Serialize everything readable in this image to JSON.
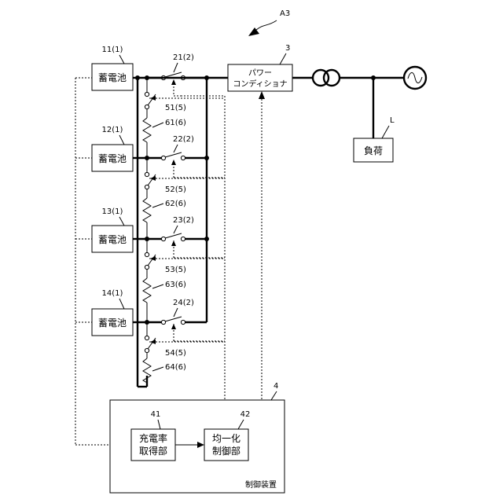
{
  "figure_label": "A3",
  "power_conditioner": {
    "ref": "3",
    "line1": "パワー",
    "line2": "コンディショナ"
  },
  "load": {
    "ref": "L",
    "label": "負荷"
  },
  "battery_label": "蓄電池",
  "units": [
    {
      "battery_ref": "11(1)",
      "switch_ref": "21(2)",
      "bypass_ref": "51(5)",
      "resistor_ref": "61(6)"
    },
    {
      "battery_ref": "12(1)",
      "switch_ref": "22(2)",
      "bypass_ref": "52(5)",
      "resistor_ref": "62(6)"
    },
    {
      "battery_ref": "13(1)",
      "switch_ref": "23(2)",
      "bypass_ref": "53(5)",
      "resistor_ref": "63(6)"
    },
    {
      "battery_ref": "14(1)",
      "switch_ref": "24(2)",
      "bypass_ref": "54(5)",
      "resistor_ref": "64(6)"
    }
  ],
  "control": {
    "ref": "4",
    "label": "制御装置",
    "acquisition": {
      "ref": "41",
      "line1": "充電率",
      "line2": "取得部"
    },
    "equalization": {
      "ref": "42",
      "line1": "均一化",
      "line2": "制御部"
    }
  }
}
